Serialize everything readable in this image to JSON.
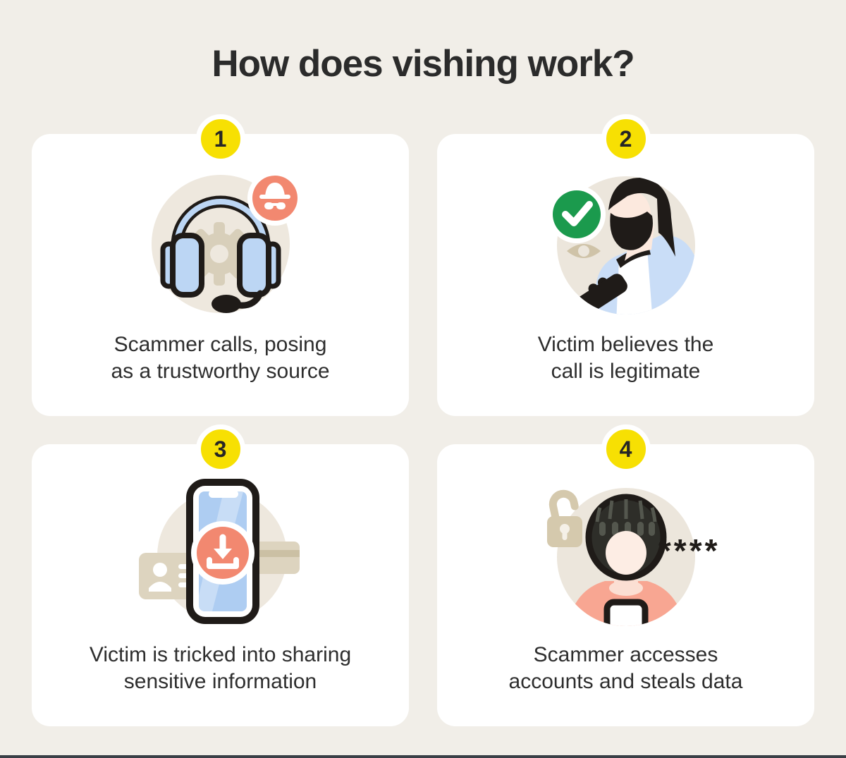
{
  "title": "How does vishing work?",
  "steps": [
    {
      "number": "1",
      "icon": "headset-with-spy-badge",
      "lines": [
        "Scammer calls, posing",
        "as a trustworthy source"
      ]
    },
    {
      "number": "2",
      "icon": "victim-on-phone-with-checkmark",
      "lines": [
        "Victim believes the",
        "call is legitimate"
      ]
    },
    {
      "number": "3",
      "icon": "phone-download-with-id-and-credit-card",
      "lines": [
        "Victim is tricked into sharing",
        "sensitive information"
      ]
    },
    {
      "number": "4",
      "icon": "balaclava-scammer-with-lock-and-password",
      "lines": [
        "Scammer accesses",
        "accounts and steals data"
      ],
      "asterisks": "****"
    }
  ],
  "palette": {
    "background": "#F1EEE8",
    "card": "#FFFFFF",
    "badge_yellow": "#F7E003",
    "badge_ring": "#FFFFFF",
    "number_color": "#262626",
    "coral": "#F28870",
    "salmon_body": "#F8A692",
    "green": "#1B9A4D",
    "headset_blue": "#BCD6F4",
    "jacket_blue": "#C9DDF7",
    "screen_blue": "#AECDF2",
    "tan": "#D8CFBA",
    "icon_circle": "#EEE8DE",
    "skin": "#FCE9DE",
    "ink": "#1F1B18",
    "text_dark": "#2E2E2E",
    "footer_bar": "#3A3F46"
  }
}
